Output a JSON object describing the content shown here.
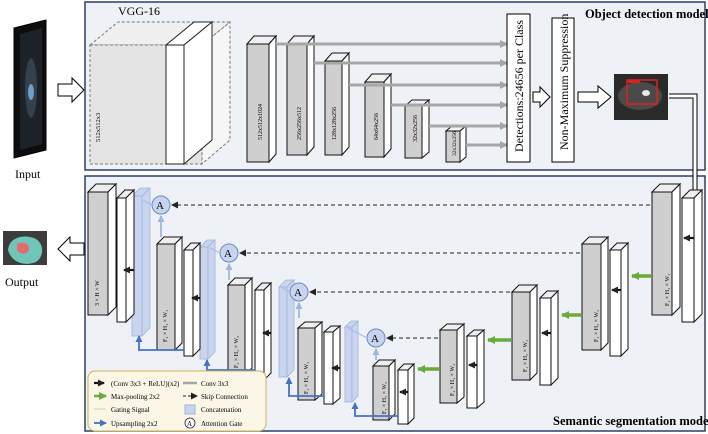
{
  "labels": {
    "input": "Input",
    "output": "Output",
    "vgg": "VGG-16",
    "detection_title": "Object detection model",
    "segmentation_title": "Semantic segmentation model",
    "detections": "Detections:24656 per Class",
    "nms": "Non-Maximum Suppression",
    "attention_letter": "A"
  },
  "vgg_layers": [
    "512x512x3",
    "512x512x1024",
    "256x256x512",
    "128x128x256",
    "64x64x256",
    "32x32x256"
  ],
  "legend": {
    "conv_relu": "(Conv 3x3 + ReLU)(x2)",
    "conv": "Conv 3x3",
    "maxpool": "Max-pooling 2x2",
    "skip": "Skip Connection",
    "gating": "Gating Signal",
    "concat": "Concatenation",
    "upsampling": "Upsampling 2x2",
    "attention": "Attention Gate"
  },
  "encoder_labels": [
    "F₁ × H₁ × W₁",
    "F₂ × H₂ × W₂",
    "F₃ × H₃ × W₃",
    "F₄ × H₄ × W₄",
    "F₅ × H₅ × W₅"
  ],
  "decoder_labels": [
    "3 × H × W",
    "F₁ × H₁ × W₁",
    "F₂ × H₂ × W₂",
    "F₃ × H₃ × W₃"
  ],
  "colors": {
    "panel_bg": "#eef1f6",
    "panel_border": "#2d3f66",
    "arrow_gray": "#a6a6a6",
    "green": "#6aaa3c",
    "blue": "#4472c4",
    "concat": "#c9d5ee",
    "legend_bg": "#fbf6e6",
    "legend_border": "#c9b45a",
    "attention_fill": "#c6d4ee"
  }
}
